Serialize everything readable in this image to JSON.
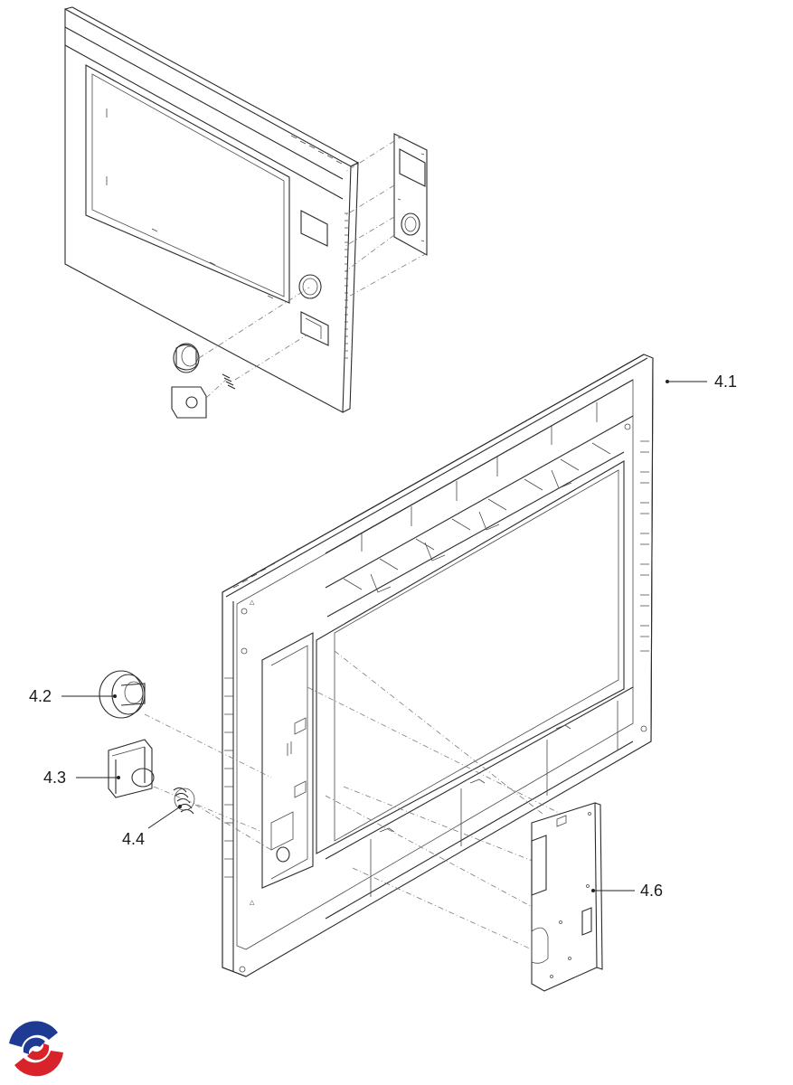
{
  "callouts": {
    "frame": "4.1",
    "knob": "4.2",
    "knob_holder": "4.3",
    "spring": "4.4",
    "pcb": "4.6"
  },
  "logo": {
    "colors": [
      "#1f3a93",
      "#d8232a"
    ]
  }
}
